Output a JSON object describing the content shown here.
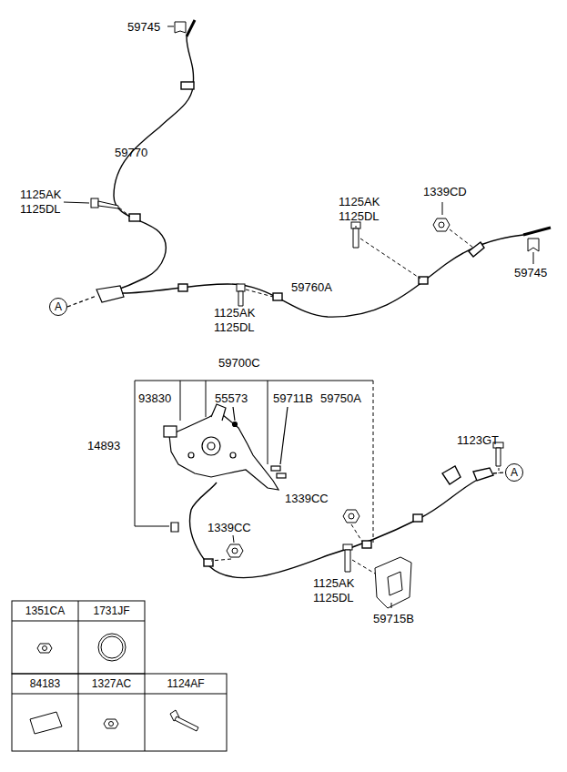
{
  "diagram": {
    "nodes": [
      {
        "text": [
          "A"
        ]
      },
      {
        "text": [
          "A"
        ]
      }
    ],
    "labels": [
      "59745",
      "59770",
      "1125AK",
      "1125DL",
      "1125AK",
      "1125DL",
      "1339CD",
      "59745",
      "59760A",
      "1125AK",
      "1125DL",
      "59700C",
      "93830",
      "55573",
      "59711B",
      "59750A",
      "14893",
      "1123GT",
      "1339CC",
      "1339CC",
      "1125AK",
      "1125DL",
      "59715B",
      "1351CA",
      "1731JF",
      "84183",
      "1327AC",
      "1124AF"
    ]
  }
}
